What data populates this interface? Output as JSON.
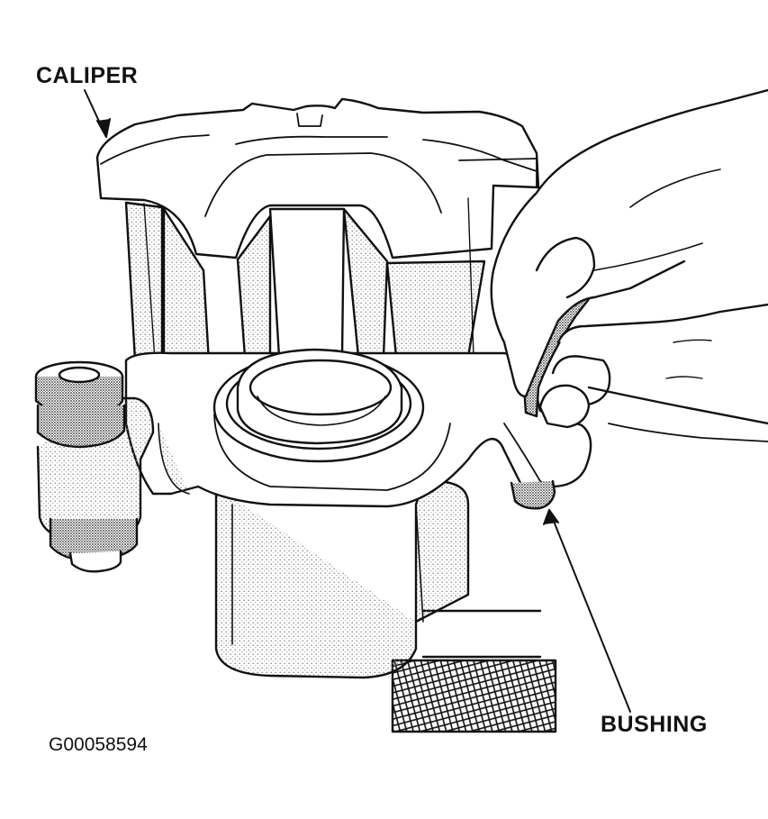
{
  "labels": {
    "caliper": "CALIPER",
    "bushing": "BUSHING"
  },
  "figure_id": "G00058594",
  "colors": {
    "ink": "#111111",
    "paper": "#ffffff",
    "stipple": "#8a8a8a"
  }
}
